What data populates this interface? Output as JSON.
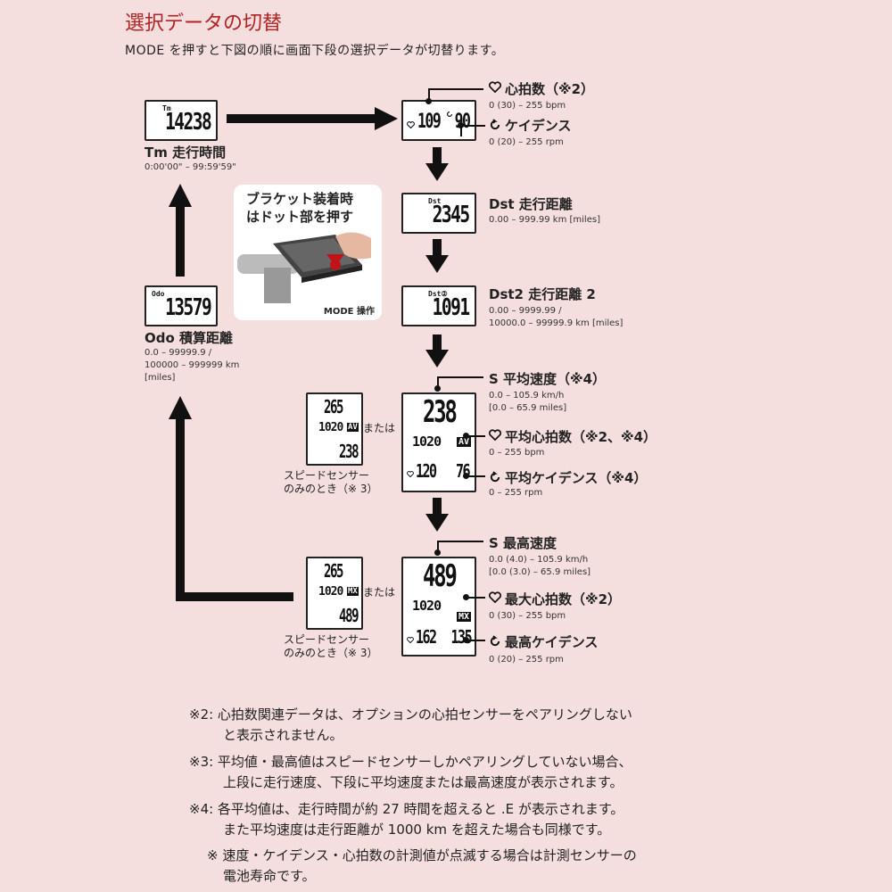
{
  "header": {
    "title": "選択データの切替",
    "subtitle": "MODE を押すと下図の順に画面下段の選択データが切替ります。"
  },
  "tm": {
    "tag": "Tm",
    "value": "14238",
    "label": "Tm 走行時間",
    "range": "0:00'00\" – 99:59'59\""
  },
  "odo": {
    "tag": "Odo",
    "value": "13579",
    "label": "Odo 積算距離",
    "range1": "0.0 – 99999.9 /",
    "range2": "100000 – 999999 km",
    "range3": "[miles]"
  },
  "hr_cad": {
    "hr_value": "109",
    "cad_value": "90",
    "hr_label": "心拍数（※2）",
    "hr_range": "0 (30) – 255 bpm",
    "cad_label": "ケイデンス",
    "cad_range": "0 (20) – 255 rpm"
  },
  "dst": {
    "tag": "Dst",
    "value": "2345",
    "label": "Dst 走行距離",
    "range": "0.00 – 999.99 km [miles]"
  },
  "dst2": {
    "tag": "Dst②",
    "value": "1091",
    "label": "Dst2 走行距離 2",
    "range1": "0.00 – 9999.99 /",
    "range2": "10000.0 – 99999.9 km [miles]"
  },
  "photo": {
    "caption_line1": "ブラケット装着時",
    "caption_line2": "はドット部を押す",
    "mode_op": "MODE 操作"
  },
  "avg": {
    "small_top": "265",
    "small_mid": "1020",
    "small_badge": "AV",
    "small_bottom": "238",
    "big_top": "238",
    "big_mid": "1020",
    "big_badge": "AV",
    "big_hr": "120",
    "big_cad": "76",
    "or_text": "または",
    "speed_only1": "スピードセンサー",
    "speed_only2": "のみのとき（※ 3）",
    "speed_label": "S 平均速度（※4）",
    "speed_range1": "0.0 – 105.9 km/h",
    "speed_range2": "[0.0 – 65.9 miles]",
    "hr_label": "平均心拍数（※2、※4）",
    "hr_range": "0 – 255 bpm",
    "cad_label": "平均ケイデンス（※4）",
    "cad_range": "0 – 255 rpm"
  },
  "max": {
    "small_top": "265",
    "small_mid": "1020",
    "small_badge": "MX",
    "small_bottom": "489",
    "big_top": "489",
    "big_mid": "1020",
    "big_badge": "MX",
    "big_hr": "162",
    "big_cad": "135",
    "or_text": "または",
    "speed_only1": "スピードセンサー",
    "speed_only2": "のみのとき（※ 3）",
    "speed_label": "S 最高速度",
    "speed_range1": "0.0 (4.0) – 105.9 km/h",
    "speed_range2": "[0.0 (3.0) – 65.9 miles]",
    "hr_label": "最大心拍数（※2）",
    "hr_range": "0 (30) – 255 bpm",
    "cad_label": "最高ケイデンス",
    "cad_range": "0 (20) – 255 rpm"
  },
  "notes": {
    "n2_a": "※2: 心拍数関連データは、オプションの心拍センサーをペアリングしない",
    "n2_b": "と表示されません。",
    "n3_a": "※3: 平均値・最高値はスピードセンサーしかペアリングしていない場合、",
    "n3_b": "上段に走行速度、下段に平均速度または最高速度が表示されます。",
    "n4_a": "※4: 各平均値は、走行時間が約 27 時間を超えると .E が表示されます。",
    "n4_b": "また平均速度は走行距離が 1000 km を超えた場合も同様です。",
    "n5_a": "※ 速度・ケイデンス・心拍数の計測値が点滅する場合は計測センサーの",
    "n5_b": "電池寿命です。"
  },
  "icons": {
    "heart": "heart-icon",
    "cadence": "cadence-icon",
    "arrow": "arrow-icon"
  }
}
